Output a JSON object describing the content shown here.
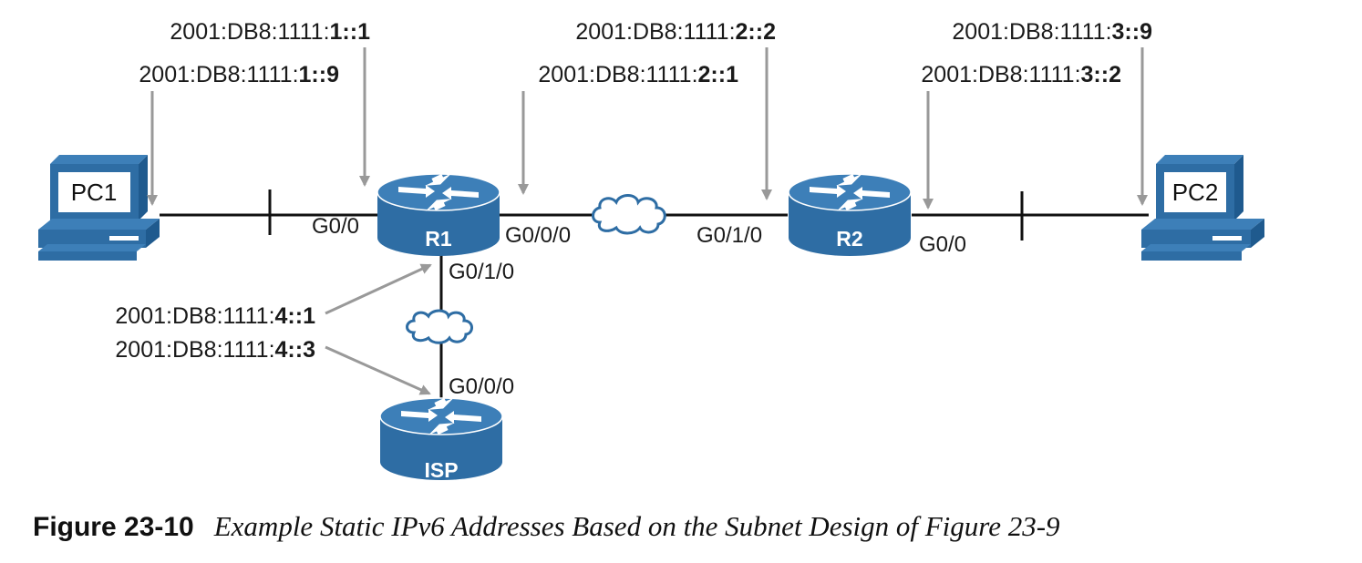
{
  "colors": {
    "router_blue": "#2e6da4",
    "router_top": "#3d7fb8",
    "arrow_gray": "#999999",
    "link_black": "#111111"
  },
  "devices": {
    "pc1": {
      "label": "PC1",
      "icon": "pc-icon"
    },
    "pc2": {
      "label": "PC2",
      "icon": "pc-icon"
    },
    "r1": {
      "label": "R1",
      "icon": "router-icon"
    },
    "r2": {
      "label": "R2",
      "icon": "router-icon"
    },
    "isp": {
      "label": "ISP",
      "icon": "router-icon"
    }
  },
  "interfaces": {
    "r1_g00": "G0/0",
    "r1_g000": "G0/0/0",
    "r1_g010": "G0/1/0",
    "r2_g010": "G0/1/0",
    "r2_g00": "G0/0",
    "isp_g000": "G0/0/0"
  },
  "addresses": {
    "r1_lan": {
      "prefix": "2001:DB8:1111:",
      "suffix": "1::1"
    },
    "pc1": {
      "prefix": "2001:DB8:1111:",
      "suffix": "1::9"
    },
    "r2_wan": {
      "prefix": "2001:DB8:1111:",
      "suffix": "2::2"
    },
    "r1_wan": {
      "prefix": "2001:DB8:1111:",
      "suffix": "2::1"
    },
    "pc2": {
      "prefix": "2001:DB8:1111:",
      "suffix": "3::9"
    },
    "r2_lan": {
      "prefix": "2001:DB8:1111:",
      "suffix": "3::2"
    },
    "r1_isp": {
      "prefix": "2001:DB8:1111:",
      "suffix": "4::1"
    },
    "isp": {
      "prefix": "2001:DB8:1111:",
      "suffix": "4::3"
    }
  },
  "caption": {
    "number": "Figure 23-10",
    "title": "Example Static IPv6 Addresses Based on the Subnet Design of Figure 23-9"
  }
}
